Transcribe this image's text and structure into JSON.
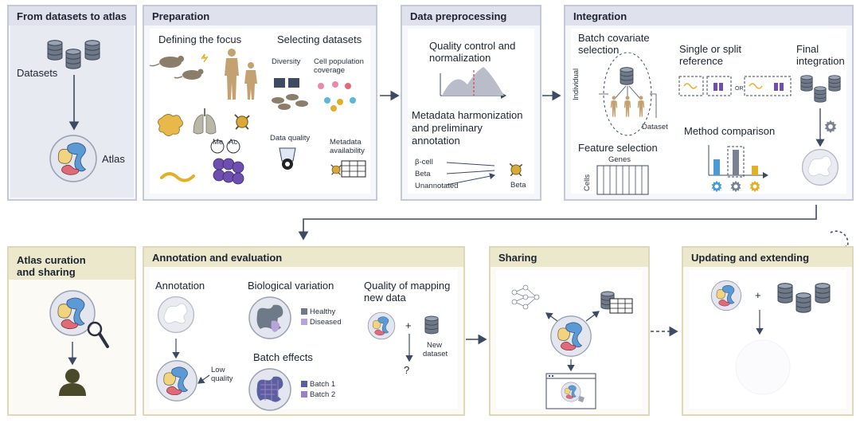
{
  "panels": {
    "from_datasets": {
      "title": "From datasets to atlas",
      "datasets": "Datasets",
      "atlas": "Atlas"
    },
    "preparation": {
      "title": "Preparation",
      "defining_focus": "Defining the focus",
      "selecting_datasets": "Selecting datasets",
      "diversity": "Diversity",
      "cell_population_coverage_1": "Cell population",
      "cell_population_coverage_2": "coverage",
      "data_quality": "Data quality",
      "metadata_availability_1": "Metadata",
      "metadata_availability_2": "availability",
      "me": "Me",
      "ac": "Ac"
    },
    "preprocessing": {
      "title": "Data preprocessing",
      "qc_1": "Quality control and",
      "qc_2": "normalization",
      "meta_1": "Metadata harmonization",
      "meta_2": "and preliminary",
      "meta_3": "annotation",
      "label_1": "β-cell",
      "label_2": "Beta",
      "label_3": "Unannotated",
      "label_out": "Beta"
    },
    "integration": {
      "title": "Integration",
      "batch_cov_1": "Batch covariate",
      "batch_cov_2": "selection",
      "individual": "Individual",
      "dataset": "Dataset",
      "single_split_1": "Single or split",
      "single_split_2": "reference",
      "or": "OR",
      "final_1": "Final",
      "final_2": "integration",
      "feature_selection": "Feature selection",
      "genes": "Genes",
      "cells": "Cells",
      "method_comparison": "Method comparison"
    },
    "curation": {
      "title_1": "Atlas curation",
      "title_2": "and sharing"
    },
    "annotation": {
      "title": "Annotation and evaluation",
      "annotation": "Annotation",
      "low_quality_1": "Low",
      "low_quality_2": "quality",
      "bio_variation": "Biological variation",
      "healthy": "Healthy",
      "diseased": "Diseased",
      "batch_effects": "Batch effects",
      "batch_1": "Batch 1",
      "batch_2": "Batch 2",
      "mapping_1": "Quality of mapping",
      "mapping_2": "new data",
      "plus": "+",
      "new_dataset_1": "New",
      "new_dataset_2": "dataset",
      "question": "?"
    },
    "sharing": {
      "title": "Sharing"
    },
    "updating": {
      "title": "Updating and extending",
      "plus": "+"
    }
  },
  "colors": {
    "database": "#6f7887",
    "atlas_blue": "#5c9ad6",
    "atlas_yellow": "#f2d37e",
    "atlas_red": "#e06b78",
    "healthy": "#6f7a89",
    "diseased": "#b8a4d6",
    "batch_1": "#5a5fa0",
    "batch_2": "#9a80c4",
    "arrow": "#3d4a63"
  }
}
